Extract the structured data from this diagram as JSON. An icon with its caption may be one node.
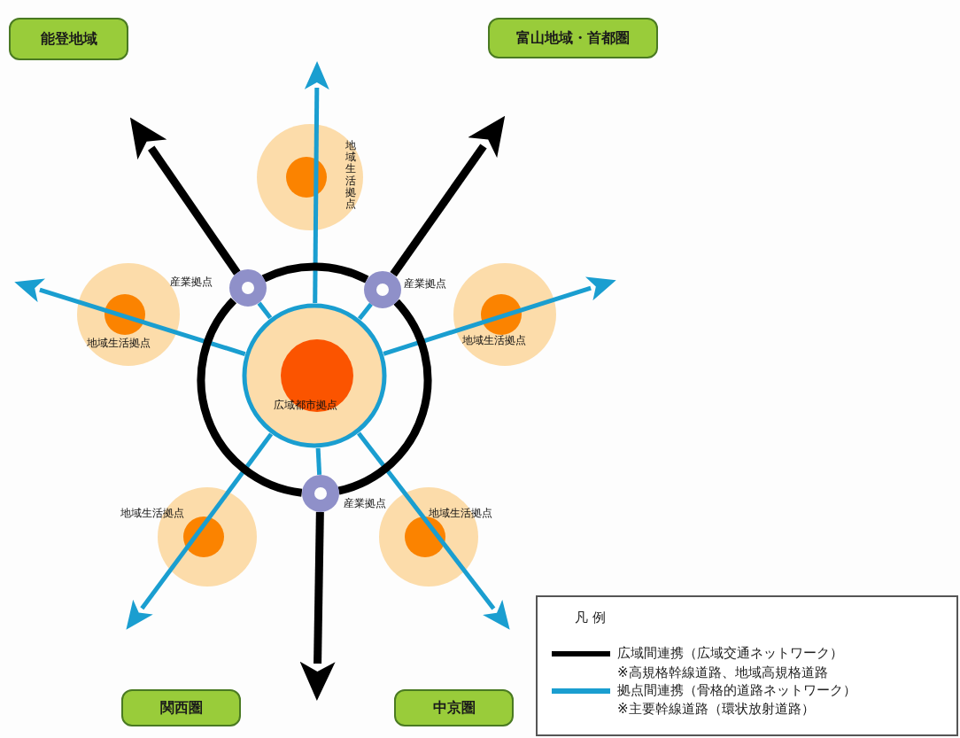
{
  "diagram": {
    "nodes": [
      {
        "text": [
          "能登地域"
        ]
      },
      {
        "text": [
          "富山地域・首都圏"
        ]
      },
      {
        "text": [
          "地域生活拠点"
        ]
      },
      {
        "text": [
          "産業拠点"
        ]
      },
      {
        "text": [
          "産業拠点"
        ]
      },
      {
        "text": [
          "地域生活拠点"
        ]
      },
      {
        "text": [
          "地域生活拠点"
        ]
      },
      {
        "text": [
          "広域都市拠点"
        ]
      },
      {
        "text": [
          "産業拠点"
        ]
      },
      {
        "text": [
          "地域生活拠点"
        ]
      },
      {
        "text": [
          "地域生活拠点"
        ]
      },
      {
        "text": [
          "関西圏"
        ]
      },
      {
        "text": [
          "中京圏"
        ]
      }
    ],
    "edges": [
      {
        "from": 7,
        "to": null,
        "arrow": "to"
      },
      {
        "from": 7,
        "to": null,
        "arrow": "to"
      },
      {
        "from": 7,
        "to": null,
        "arrow": "to"
      },
      {
        "from": 7,
        "to": null,
        "arrow": "to"
      },
      {
        "from": 7,
        "to": null,
        "arrow": "to"
      },
      {
        "from": 7,
        "to": 3,
        "arrow": "none"
      },
      {
        "from": 7,
        "to": 4,
        "arrow": "none"
      },
      {
        "from": 7,
        "to": 8,
        "arrow": "none"
      },
      {
        "from": 3,
        "to": null,
        "arrow": "to",
        "style": "thick",
        "color": "#000000"
      },
      {
        "from": 4,
        "to": null,
        "arrow": "to",
        "style": "thick",
        "color": "#000000"
      },
      {
        "from": 8,
        "to": null,
        "arrow": "to",
        "style": "thick",
        "color": "#000000"
      },
      {
        "from": 3,
        "to": 4,
        "arrow": "none",
        "style": "thick",
        "color": "#000000"
      },
      {
        "from": 4,
        "to": 8,
        "arrow": "none",
        "style": "thick",
        "color": "#000000"
      },
      {
        "from": 8,
        "to": 3,
        "arrow": "none",
        "style": "thick",
        "color": "#000000"
      }
    ],
    "labels": [
      "凡 例",
      "※高規格幹線道路、地域高規格道路",
      "※主要幹線道路（環状放射道路）"
    ],
    "legend": [
      {
        "text": "広域間連携（広域交通ネットワーク）",
        "color": "#000000"
      },
      {
        "text": "拠点間連携（骨格的道路ネットワーク）",
        "color": "#1a9ed0"
      }
    ]
  }
}
